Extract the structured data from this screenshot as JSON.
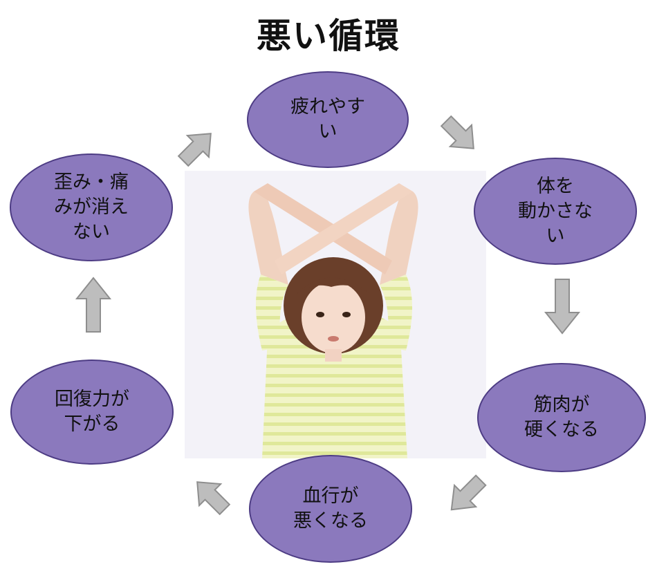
{
  "title": "悪い循環",
  "cycle": {
    "nodes": [
      {
        "id": "tired",
        "lines": [
          "疲れやす",
          "い"
        ]
      },
      {
        "id": "no-move",
        "lines": [
          "体を",
          "動かさな",
          "い"
        ]
      },
      {
        "id": "stiff",
        "lines": [
          "筋肉が",
          "硬くなる"
        ]
      },
      {
        "id": "circulation",
        "lines": [
          "血行が",
          "悪くなる"
        ]
      },
      {
        "id": "recovery",
        "lines": [
          "回復力が",
          "下がる"
        ]
      },
      {
        "id": "pain",
        "lines": [
          "歪み・痛",
          "みが消え",
          "ない"
        ]
      }
    ],
    "arrow_color": "#bdbdbd",
    "node_color": "#8b79bd"
  },
  "photo": {
    "icon": "woman-crossed-arms-x-photo"
  }
}
